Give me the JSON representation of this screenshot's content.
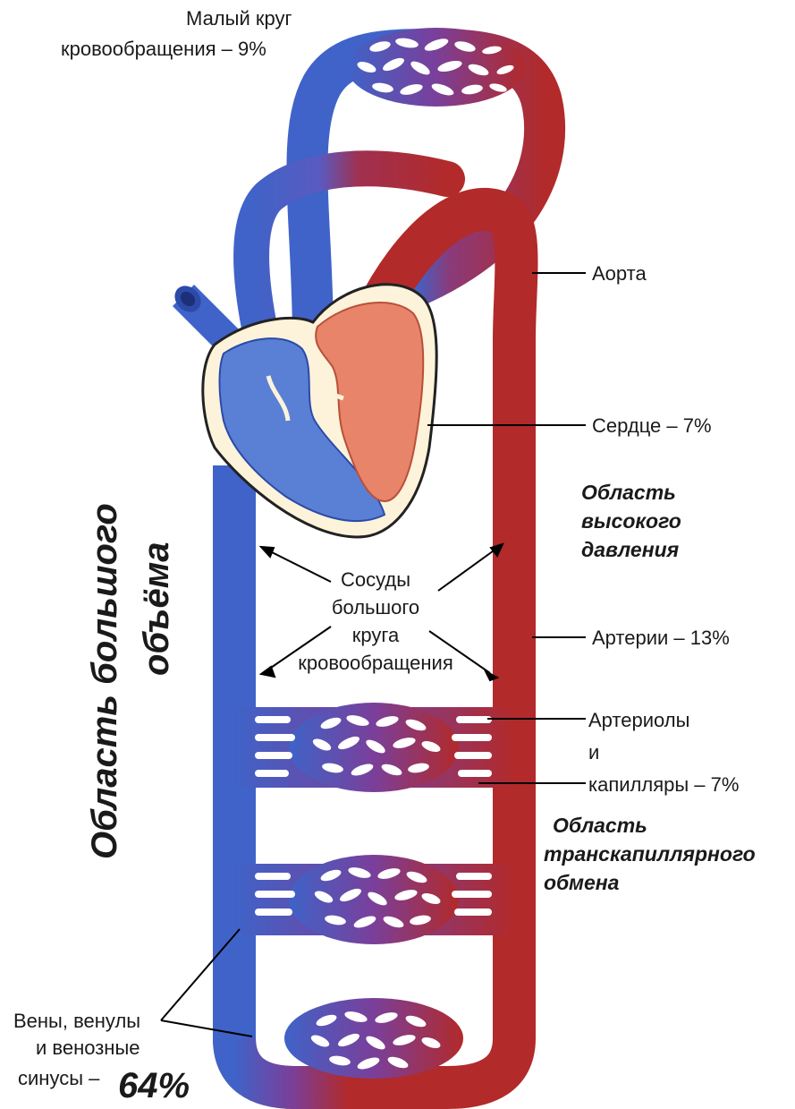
{
  "labels": {
    "pulmonary_line1": "Малый круг",
    "pulmonary_line2": "кровообращения – 9%",
    "aorta": "Аорта",
    "heart": "Сердце – 7%",
    "high_pressure_line1": "Область",
    "high_pressure_line2": "высокого",
    "high_pressure_line3": "давления",
    "vessels_line1": "Сосуды",
    "vessels_line2": "большого",
    "vessels_line3": "круга",
    "vessels_line4": "кровообращения",
    "arteries": "Артерии – 13%",
    "arterioles_line1": "Артериолы",
    "arterioles_line2": "и",
    "arterioles_line3": "капилляры – 7%",
    "transcap_line1": "Область",
    "transcap_line2": "транскапиллярного",
    "transcap_line3": "обмена",
    "veins_line1": "Вены, венулы",
    "veins_line2": "и венозные",
    "veins_line3": "синусы –",
    "veins_percent": "64%",
    "large_volume_line1": "Область большого",
    "large_volume_line2": "объёма"
  },
  "colors": {
    "venous": "#3f63c8",
    "arterial": "#b22a2a",
    "heart_wall": "#fdf3da",
    "right_heart": "#5a80d6",
    "left_heart": "#e8846a"
  }
}
